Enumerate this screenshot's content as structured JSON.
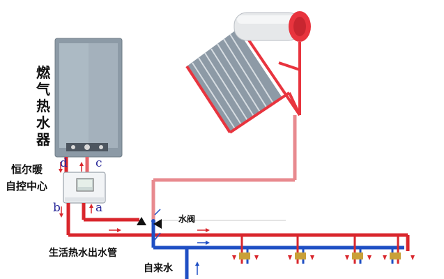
{
  "heater": {
    "title": "燃气热水器"
  },
  "controller": {
    "line1": "恒尔暖",
    "line2": "自控中心"
  },
  "ports": {
    "a": "a",
    "b": "b",
    "c": "c",
    "d": "d"
  },
  "labels": {
    "valve": "水阀",
    "hot_outlet": "生活热水出水管",
    "tap_water": "自来水"
  },
  "colors": {
    "hot_pipe": "#d9262c",
    "cold_pipe": "#1f4fc4",
    "solar_pipe": "#e88a8f",
    "solar_frame": "#e8343e"
  }
}
